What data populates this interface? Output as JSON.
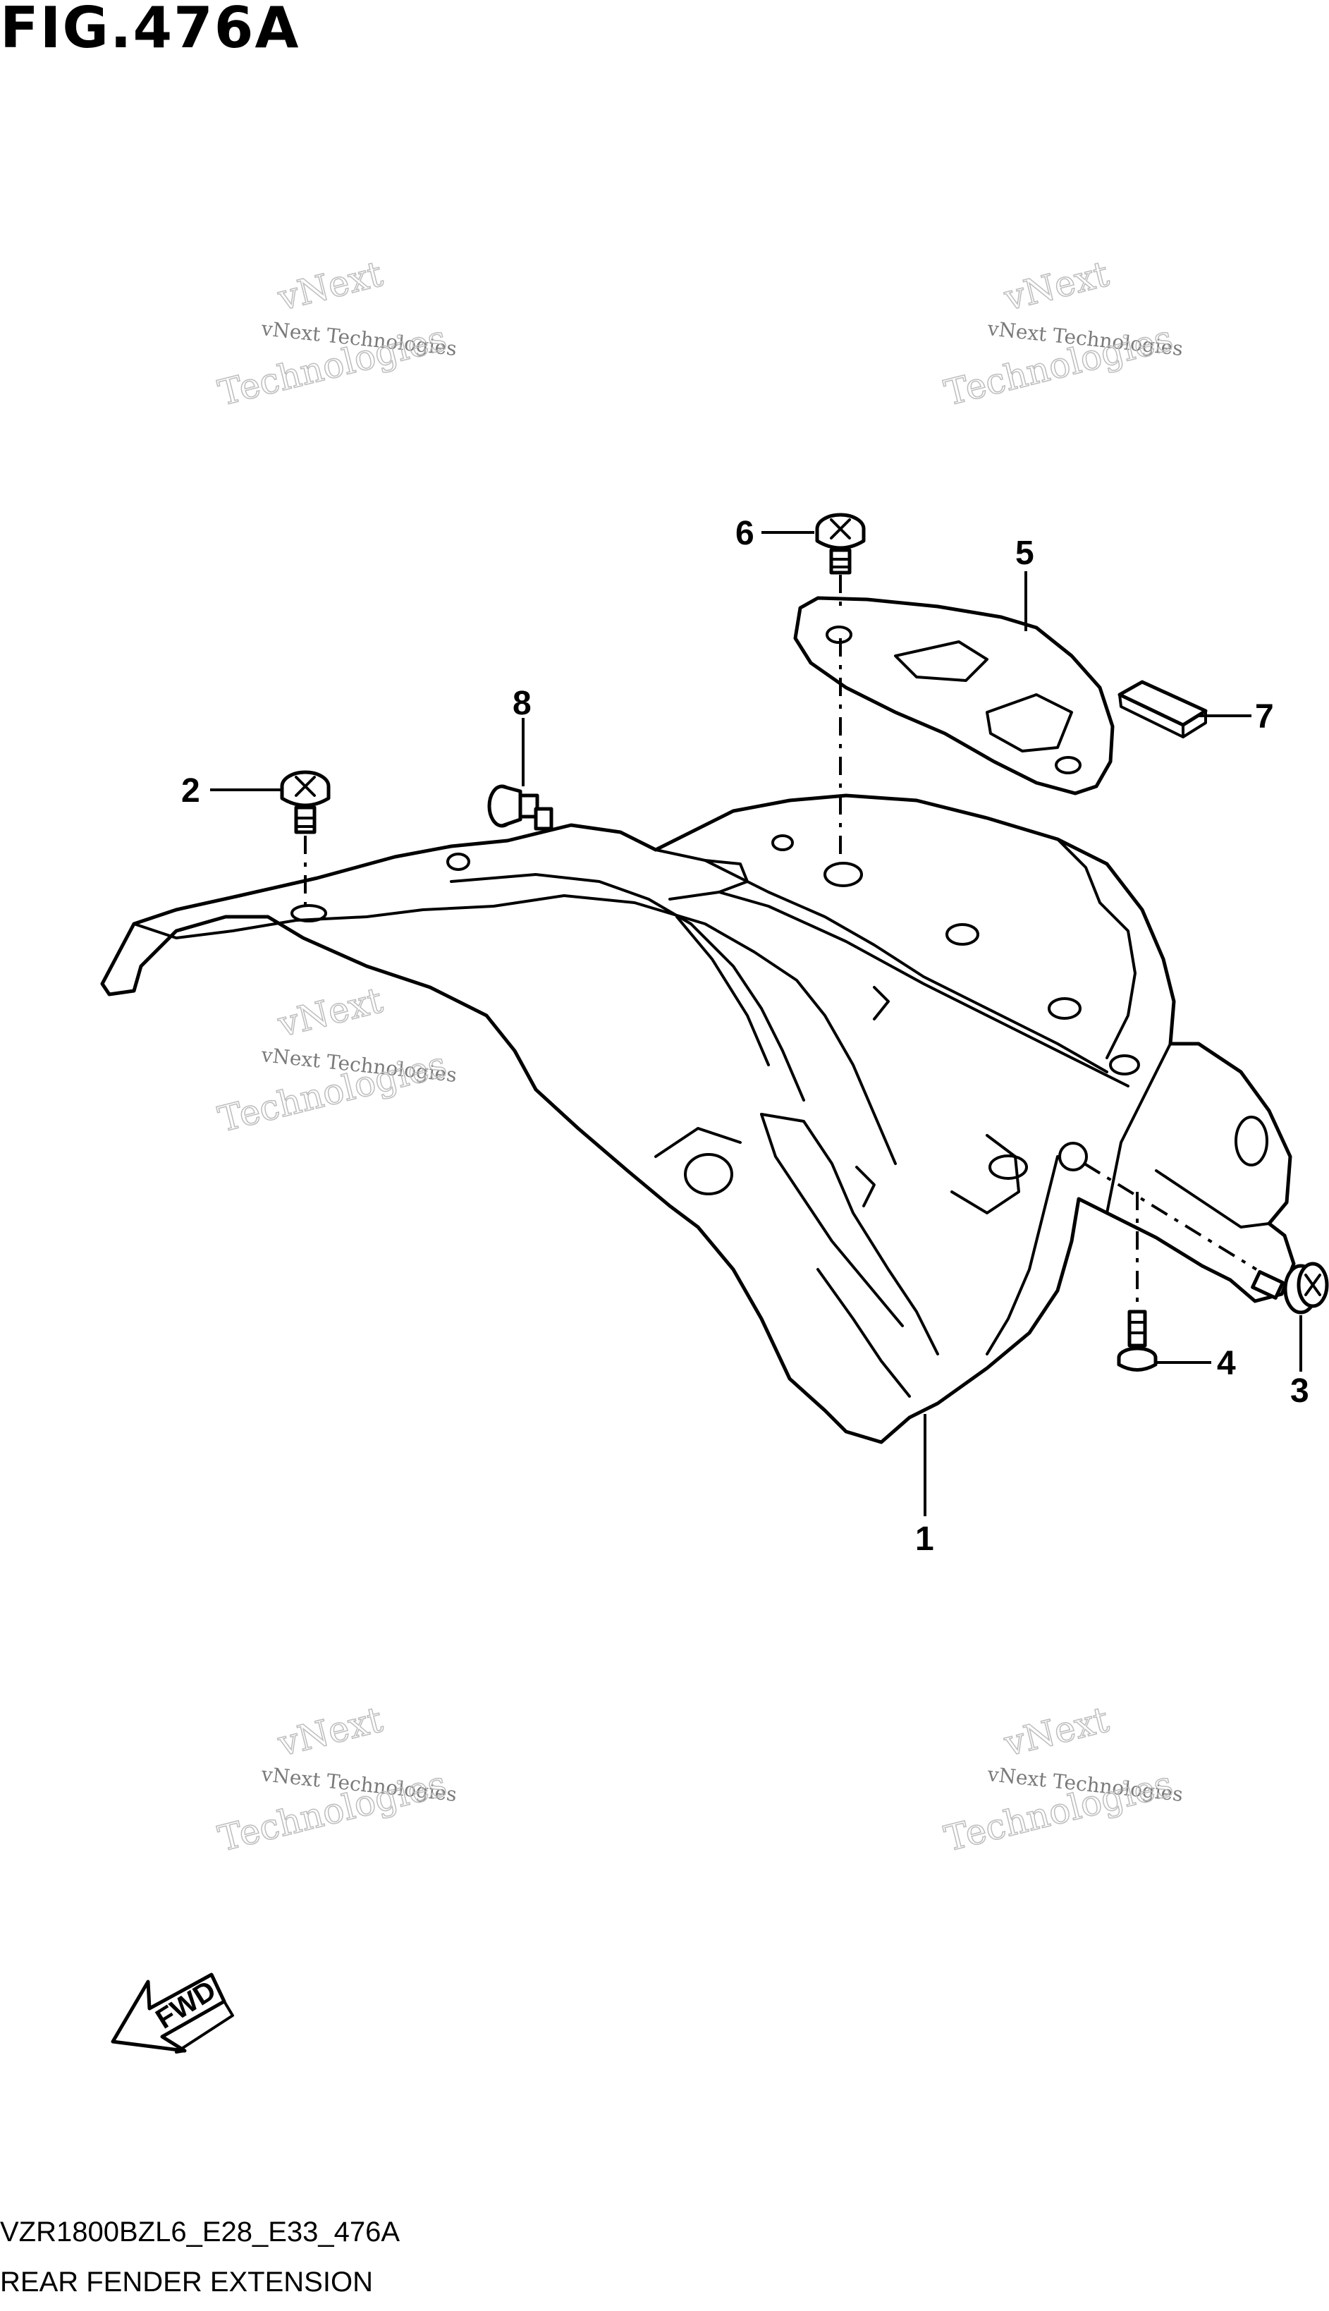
{
  "figure": {
    "title": "FIG.476A",
    "model_code": "VZR1800BZL6_E28_E33_476A",
    "part_name": "REAR FENDER EXTENSION"
  },
  "watermark": {
    "line1": "vNext Technologies",
    "line2": "Technologies",
    "line3": "vNext"
  },
  "callouts": [
    {
      "id": "1",
      "label": "1"
    },
    {
      "id": "2",
      "label": "2"
    },
    {
      "id": "3",
      "label": "3"
    },
    {
      "id": "4",
      "label": "4"
    },
    {
      "id": "5",
      "label": "5"
    },
    {
      "id": "6",
      "label": "6"
    },
    {
      "id": "7",
      "label": "7"
    },
    {
      "id": "8",
      "label": "8"
    }
  ],
  "direction_badge": {
    "label": "FWD"
  }
}
